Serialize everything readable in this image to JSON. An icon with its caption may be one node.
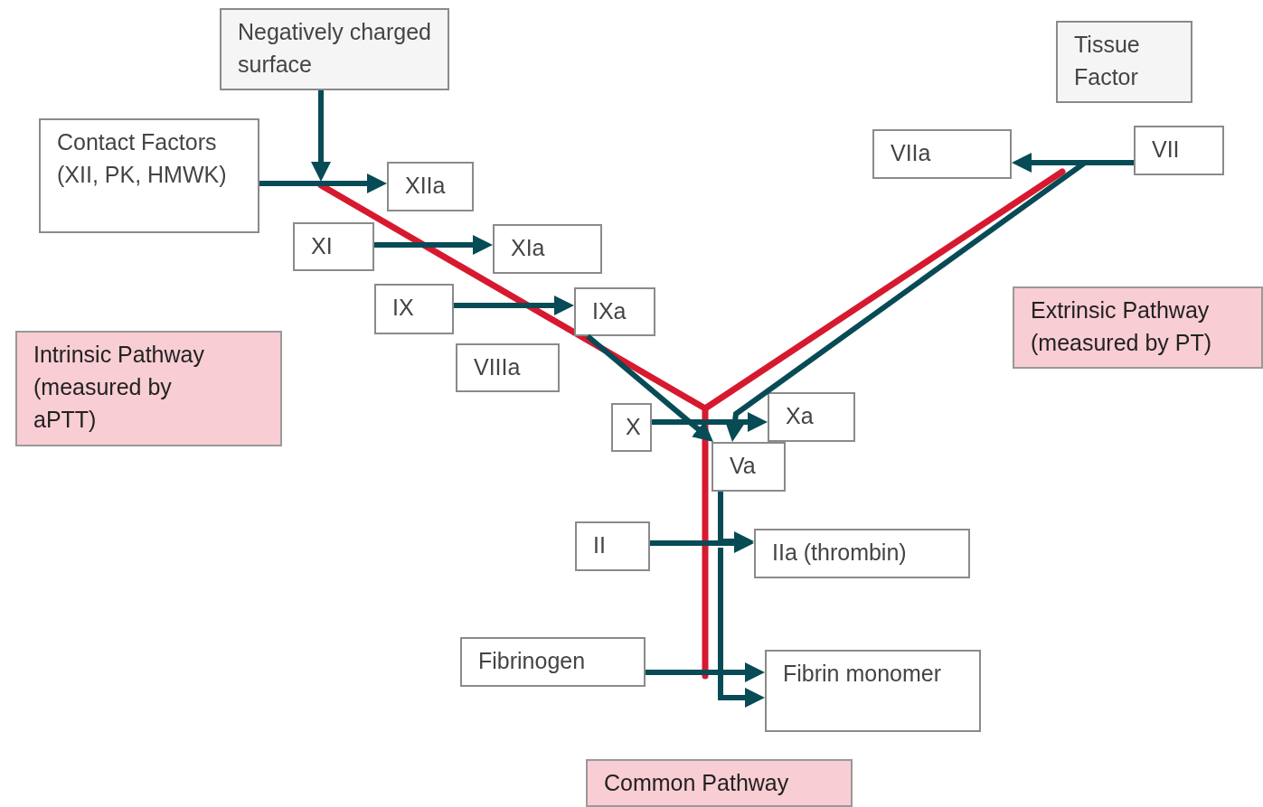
{
  "diagram": {
    "nodes": [
      {
        "text": [
          "Negatively charged surface"
        ]
      },
      {
        "text": [
          "Contact Factors (XII, PK, HMWK)"
        ]
      },
      {
        "text": [
          "XIIa"
        ]
      },
      {
        "text": [
          "Tissue Factor"
        ]
      },
      {
        "text": [
          "VIIa"
        ]
      },
      {
        "text": [
          "VII"
        ]
      },
      {
        "text": [
          "XI"
        ]
      },
      {
        "text": [
          "XIa"
        ]
      },
      {
        "text": [
          "IX"
        ]
      },
      {
        "text": [
          "IXa"
        ]
      },
      {
        "text": [
          "Extrinsic Pathway (measured by PT)"
        ]
      },
      {
        "text": [
          "VIIIa"
        ]
      },
      {
        "text": [
          "Intrinsic Pathway (measured by aPTT)"
        ]
      },
      {
        "text": [
          "X"
        ]
      },
      {
        "text": [
          "Xa"
        ]
      },
      {
        "text": [
          "Va"
        ]
      },
      {
        "text": [
          "II"
        ]
      },
      {
        "text": [
          "IIa (thrombin)"
        ]
      },
      {
        "text": [
          "Fibrinogen"
        ]
      },
      {
        "text": [
          "Fibrin monomer"
        ]
      },
      {
        "text": [
          "Common Pathway"
        ]
      }
    ],
    "edges": [
      {
        "from": 1,
        "to": 2,
        "arrow": "to"
      },
      {
        "from": 0,
        "to": null,
        "arrow": "to"
      },
      {
        "from": 6,
        "to": 7,
        "arrow": "to"
      },
      {
        "from": 8,
        "to": 9,
        "arrow": "to"
      },
      {
        "from": 5,
        "to": 4,
        "arrow": "to"
      },
      {
        "from": 13,
        "to": 14,
        "arrow": "to"
      },
      {
        "from": 16,
        "to": 17,
        "arrow": "to"
      },
      {
        "from": 18,
        "to": 19,
        "arrow": "to"
      },
      {
        "from": 9,
        "to": 15,
        "arrow": "to"
      },
      {
        "from": 5,
        "to": 15,
        "arrow": "to"
      },
      {
        "from": 15,
        "to": 17,
        "arrow": "to"
      },
      {
        "from": null,
        "to": 19,
        "arrow": "to"
      }
    ]
  }
}
